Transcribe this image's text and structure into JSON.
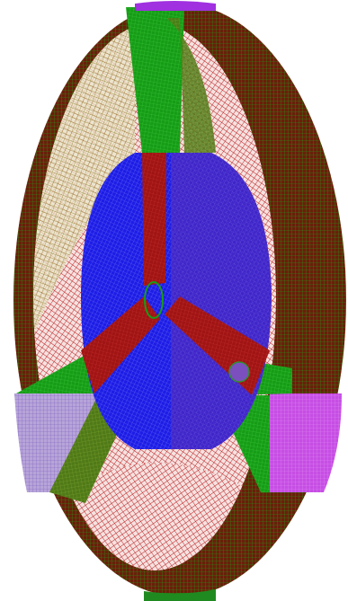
{
  "scene": {
    "kind": "meshed-ellipsoidal-cross-section",
    "colors": {
      "outer_shell": "#6b1e0a",
      "shell_grid_line": "#2f7f12",
      "mesh_red": "#c0181c",
      "mesh_fill": "#f7e4e4",
      "olive_tint": "#8a8a2a",
      "green": "#179c17",
      "blue": "#1a1ae0",
      "purple": "#7a3fb8",
      "magenta": "#c04ce0",
      "lavender": "#b8a2d8",
      "dark_red": "#9e1212",
      "top_cap": "#8a2be2",
      "background": "#ffffff"
    },
    "components": [
      "outer-shell",
      "mesh-region",
      "green-blade-top",
      "green-blade-left",
      "green-blade-right",
      "blue-core",
      "red-spoke-up",
      "red-spoke-left",
      "red-spoke-right",
      "center-oval",
      "left-purple-block",
      "right-purple-block",
      "small-marker"
    ]
  }
}
